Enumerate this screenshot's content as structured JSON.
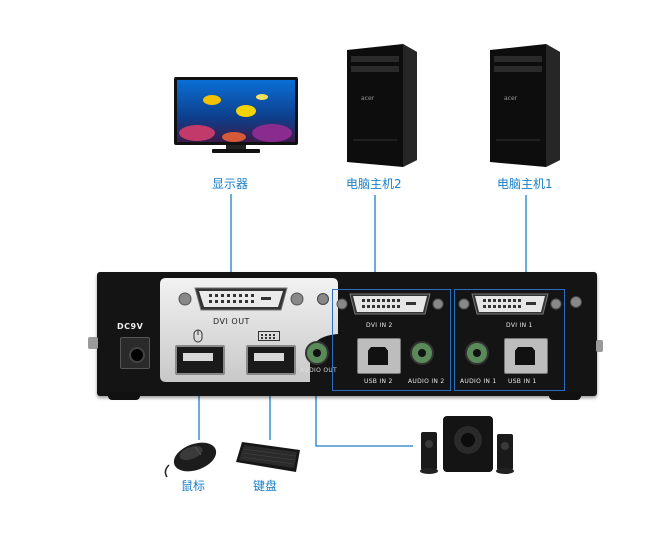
{
  "devices": {
    "monitor_label": "显示器",
    "pc2_label": "电脑主机2",
    "pc1_label": "电脑主机1",
    "mouse_label": "鼠标",
    "keyboard_label": "键盘",
    "tower_brand": "acer"
  },
  "switch_panel": {
    "dc_label": "DC9V",
    "dvi_out_label": "DVI OUT",
    "audio_out_label": "AUDIO OUT",
    "dvi_in2_label": "DVI IN 2",
    "usb_in2_label": "USB IN 2",
    "audio_in2_label": "AUDIO IN 2",
    "dvi_in1_label": "DVI IN 1",
    "audio_in1_label": "AUDIO IN 1",
    "usb_in1_label": "USB IN 1"
  },
  "colors": {
    "connector_line": "#1a7fc7",
    "switch_body": "#141414",
    "silver_panel": "#dcdcdc"
  }
}
